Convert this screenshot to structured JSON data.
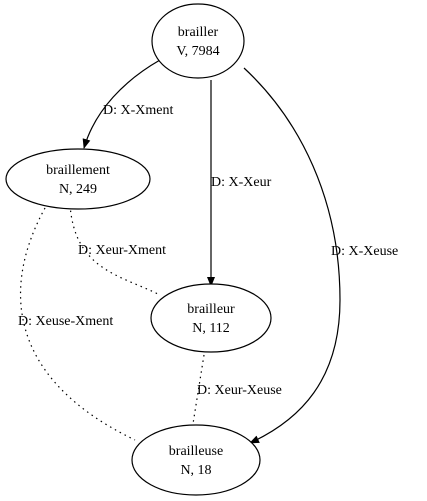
{
  "nodes": {
    "brailler": {
      "word": "brailler",
      "info": "V, 7984"
    },
    "braillement": {
      "word": "braillement",
      "info": "N, 249"
    },
    "brailleur": {
      "word": "brailleur",
      "info": "N, 112"
    },
    "brailleuse": {
      "word": "brailleuse",
      "info": "N, 18"
    }
  },
  "edges": {
    "brailler_braillement": "D: X-Xment",
    "brailler_brailleur": "D: X-Xeur",
    "brailler_brailleuse": "D: X-Xeuse",
    "braillement_brailleur": "D: Xeur-Xment",
    "braillement_brailleuse": "D: Xeuse-Xment",
    "brailleur_brailleuse": "D: Xeur-Xeuse"
  }
}
